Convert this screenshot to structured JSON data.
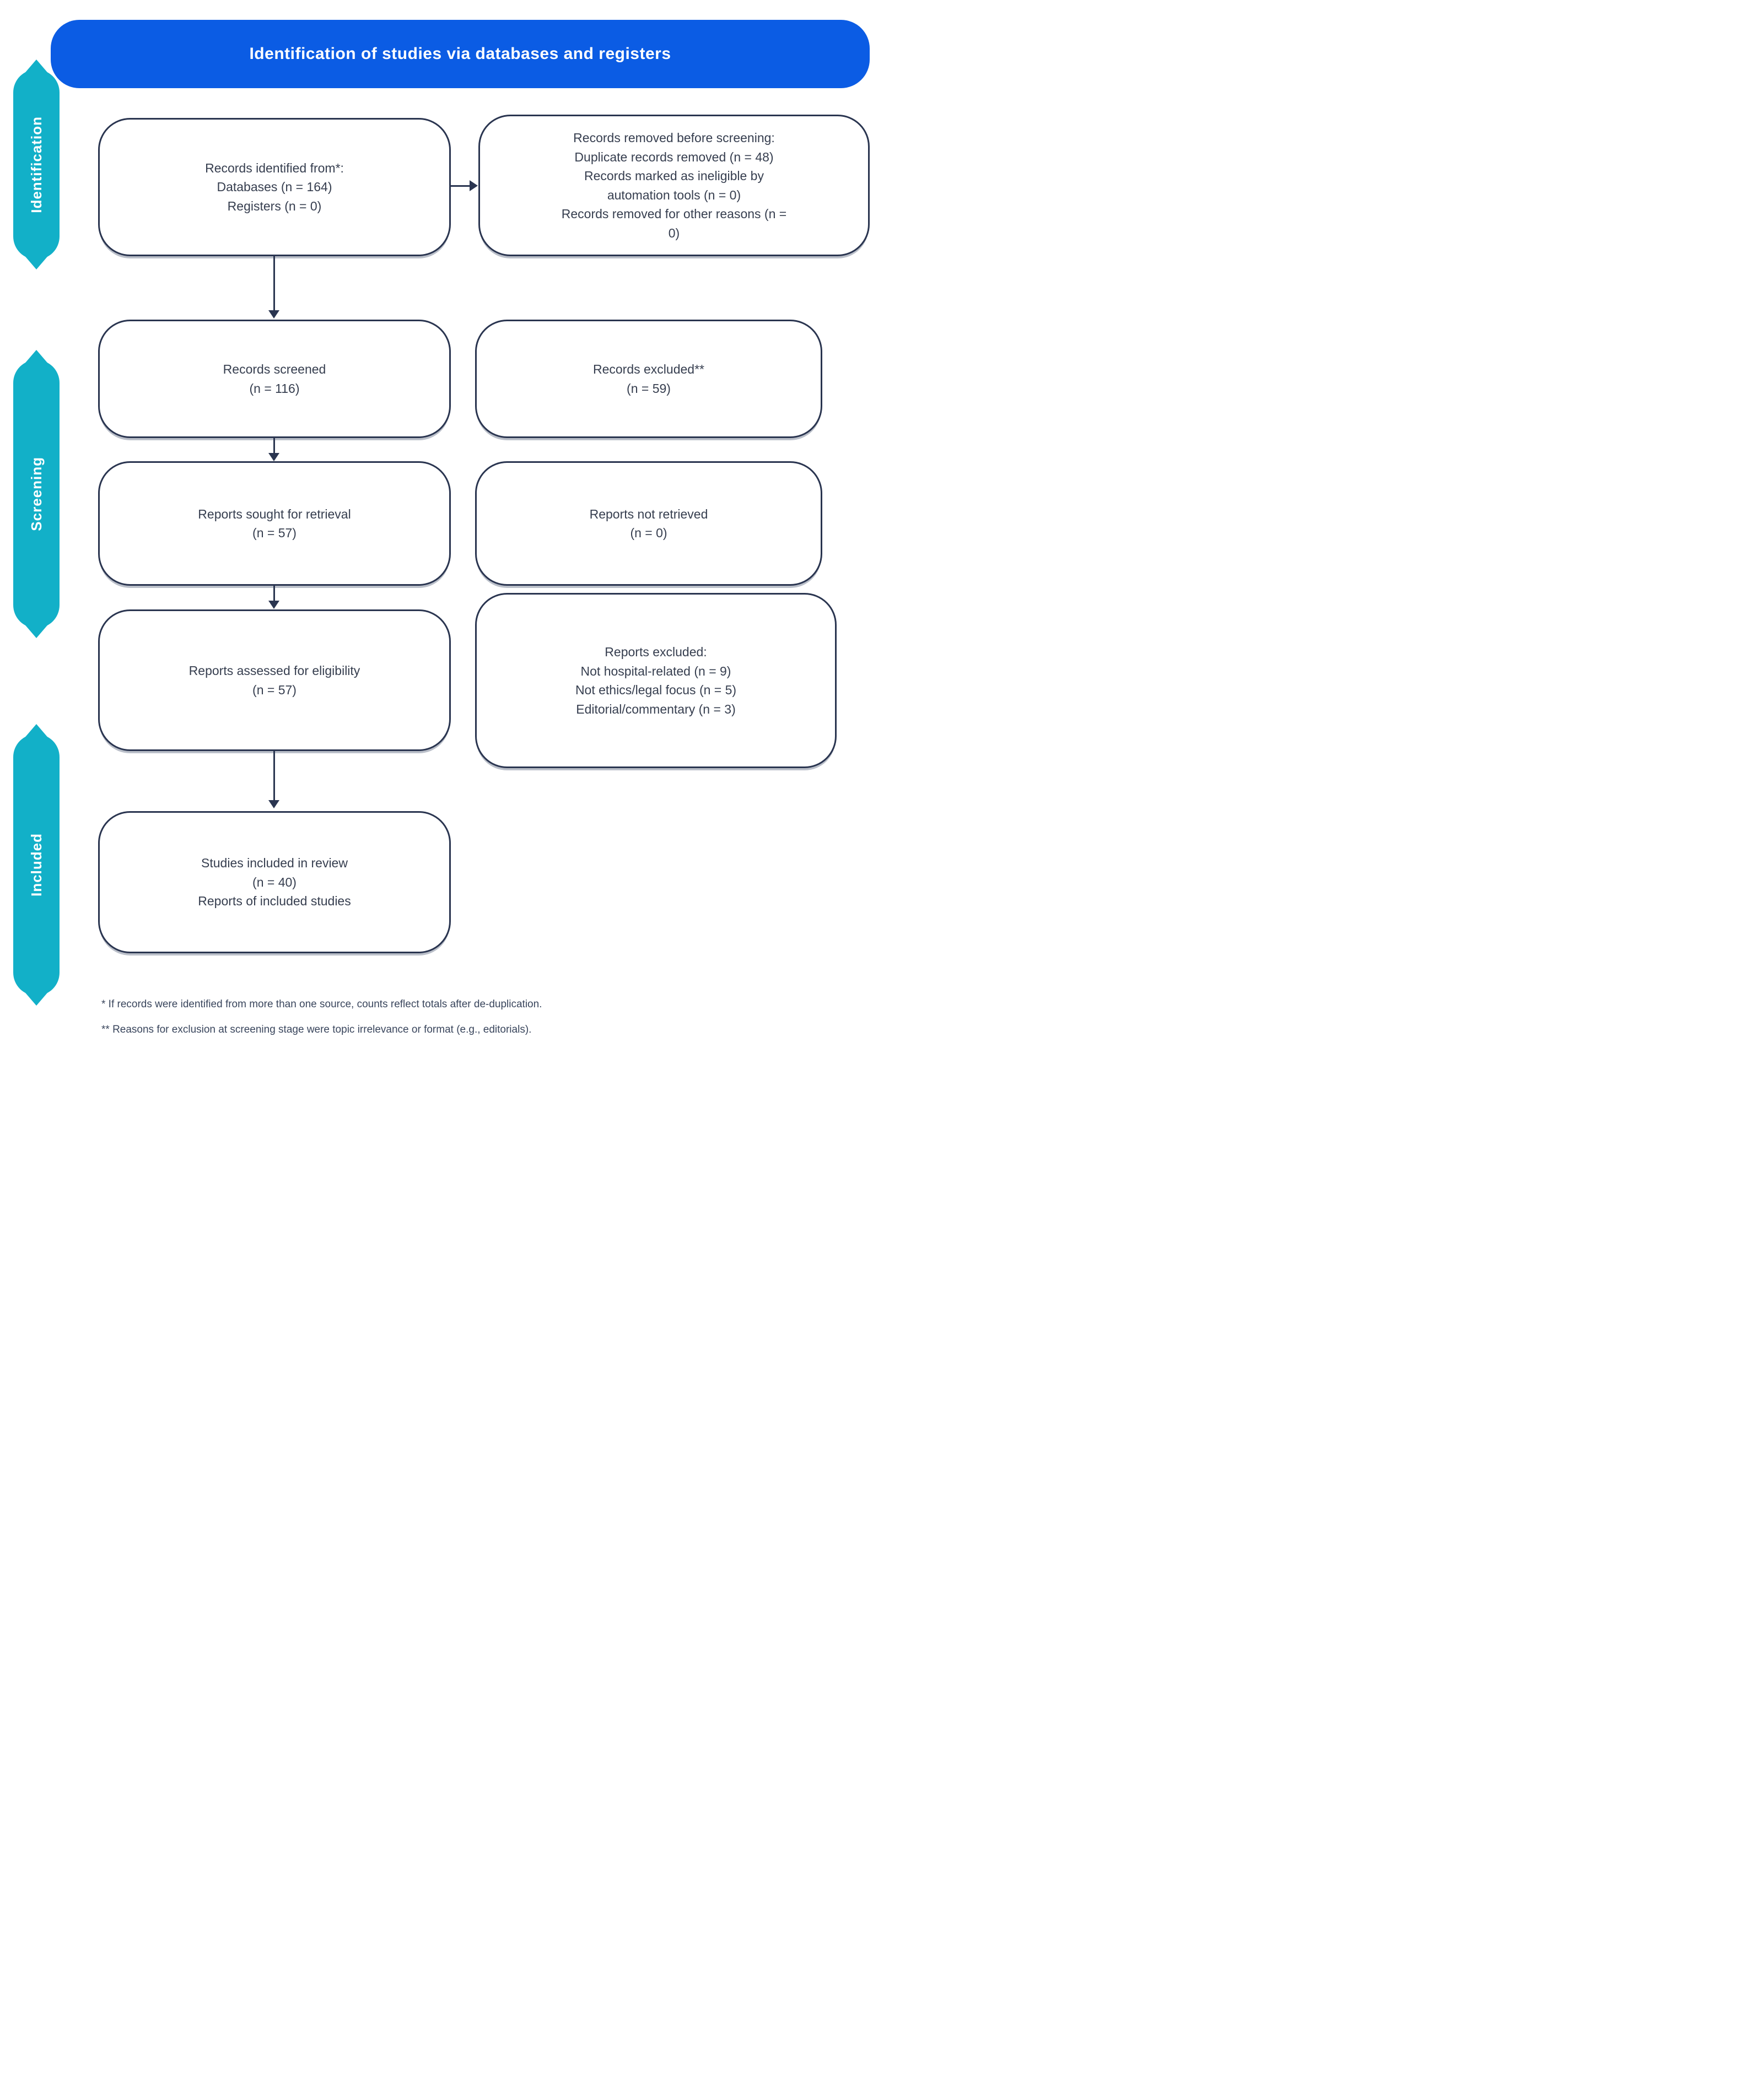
{
  "title": "Identification of studies via databases and registers",
  "stages": [
    {
      "label": "Identification"
    },
    {
      "label": "Screening"
    },
    {
      "label": "Included"
    }
  ],
  "boxes": {
    "identified": {
      "lines": [
        "Records identified from*:",
        "Databases (n = 164)",
        "Registers (n = 0)"
      ]
    },
    "removed": {
      "lines": [
        "Records removed before screening:",
        "Duplicate records removed (n = 48)",
        "Records marked as ineligible by",
        "automation tools (n = 0)",
        "Records removed for other reasons (n =",
        "0)"
      ]
    },
    "screened": {
      "lines": [
        "Records screened",
        "(n = 116)"
      ]
    },
    "excluded": {
      "lines": [
        "Records excluded**",
        "(n = 59)"
      ]
    },
    "sought": {
      "lines": [
        "Reports sought for retrieval",
        "(n = 57)"
      ]
    },
    "not_retrieved": {
      "lines": [
        "Reports not retrieved",
        "(n = 0)"
      ]
    },
    "assessed": {
      "lines": [
        "Reports assessed for eligibility",
        "(n = 57)"
      ]
    },
    "reports_excluded": {
      "lines": [
        "Reports excluded:",
        "Not hospital-related (n = 9)",
        "Not ethics/legal focus (n = 5)",
        "Editorial/commentary (n = 3)"
      ]
    },
    "included": {
      "lines": [
        "Studies included in review",
        "(n = 40)",
        "Reports of included studies"
      ]
    }
  },
  "footnotes": [
    "* If records were identified from more than one source, counts reflect totals after de-duplication.",
    "** Reasons for exclusion at screening stage were topic irrelevance or format (e.g., editorials)."
  ],
  "colors": {
    "banner_blue": "#0b5ce4",
    "stage_teal": "#12b0c8",
    "box_border_navy": "#2a3550",
    "text_dark": "#363e4f"
  }
}
